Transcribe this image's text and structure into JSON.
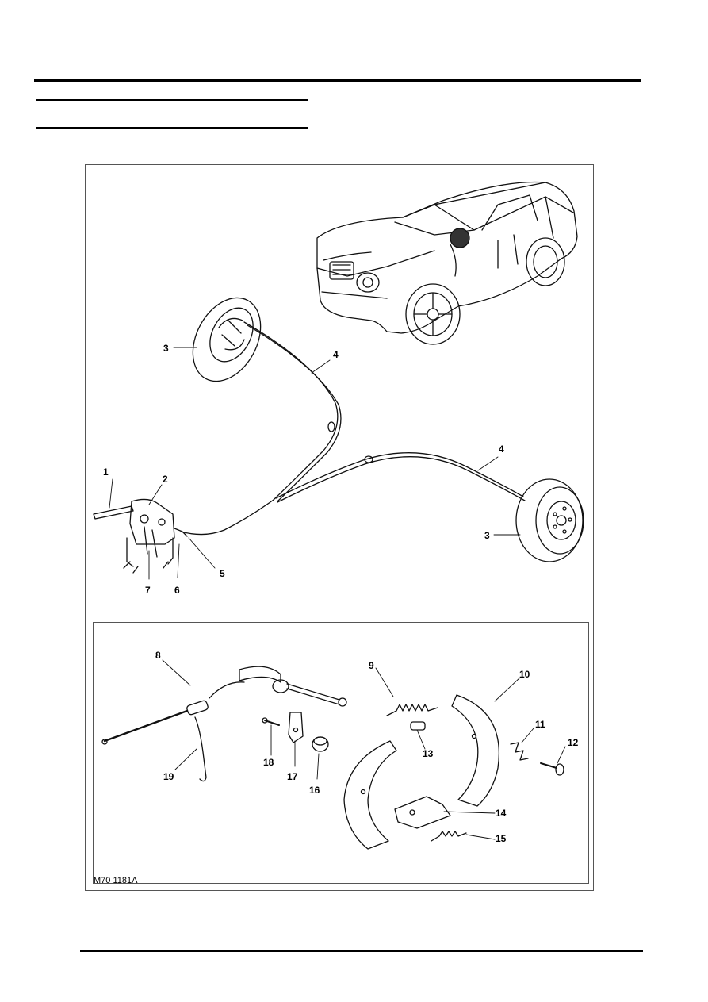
{
  "figure": {
    "code": "M70 1181A",
    "callouts": {
      "c1": "1",
      "c2": "2",
      "c3a": "3",
      "c3b": "3",
      "c4a": "4",
      "c4b": "4",
      "c5": "5",
      "c6": "6",
      "c7": "7",
      "c8": "8",
      "c9": "9",
      "c10": "10",
      "c11": "11",
      "c12": "12",
      "c13": "13",
      "c14": "14",
      "c15": "15",
      "c16": "16",
      "c17": "17",
      "c18": "18",
      "c19": "19"
    }
  }
}
